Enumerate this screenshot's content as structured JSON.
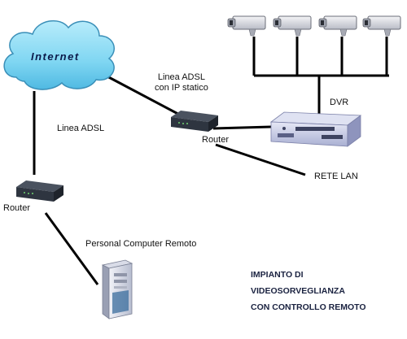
{
  "cloud": {
    "label": "Internet"
  },
  "labels": {
    "linea_adsl": "Linea ADSL",
    "linea_adsl_static_1": "Linea ADSL",
    "linea_adsl_static_2": "con IP statico",
    "router_top": "Router",
    "router_left": "Router",
    "dvr": "DVR",
    "rete_lan": "RETE LAN",
    "pc_remote": "Personal Computer Remoto"
  },
  "title": {
    "line1": "IMPIANTO DI",
    "line2": "VIDEOSORVEGLIANZA",
    "line3": "CON CONTROLLO REMOTO"
  },
  "colors": {
    "cloud_fill": "#7fd6f2",
    "cloud_stroke": "#3a8fb8",
    "device_dark": "#2e3540",
    "dvr_body": "#c8cce6",
    "line": "#000000",
    "title_text": "#1a2240"
  },
  "icons": [
    "cloud-icon",
    "camera-icon",
    "router-icon",
    "dvr-icon",
    "pc-tower-icon"
  ]
}
